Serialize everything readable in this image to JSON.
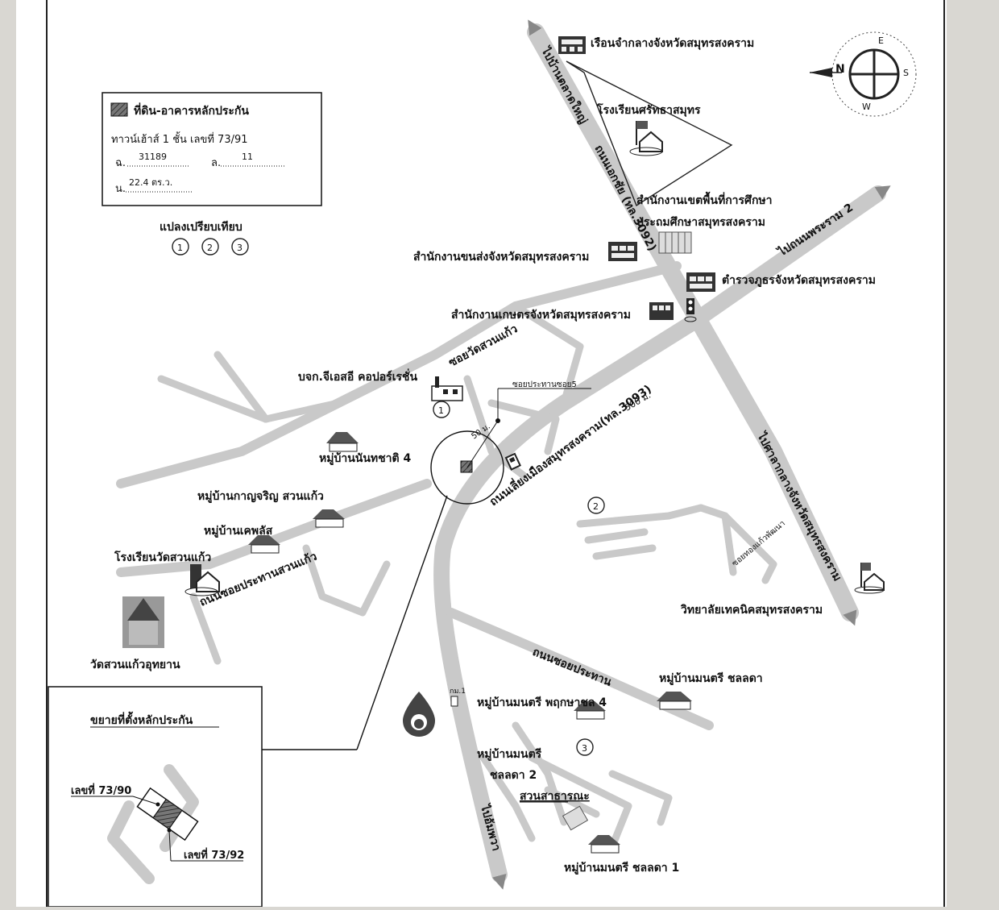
{
  "legend": {
    "title": "ที่ดิน-อาคารหลักประกัน",
    "line2": "ทาวน์เฮ้าส์ 1 ชั้น เลขที่ 73/91",
    "chanote_label": "ฉ.",
    "chanote_value": "31189",
    "lot_label": "ล.",
    "lot_value": "11",
    "area_label": "น.",
    "area_value": "22.4 ตร.ว."
  },
  "comparables": {
    "title": "แปลงเปรียบเทียบ",
    "items": [
      "1",
      "2",
      "3"
    ]
  },
  "compass": {
    "n": "N",
    "e": "E",
    "s": "S",
    "w": "W"
  },
  "places": {
    "prison": "เรือนจำกลางจังหวัดสมุทรสงคราม",
    "school_sritha": "โรงเรียนศรัทธาสมุทร",
    "edu_office_1": "สำนักงานเขตพื้นที่การศึกษา",
    "edu_office_2": "ประถมศึกษาสมุทรสงคราม",
    "transport_office": "สำนักงานขนส่งจังหวัดสมุทรสงคราม",
    "police": "ตำรวจภูธรจังหวัดสมุทรสงคราม",
    "agri_office": "สำนักงานเกษตรจังหวัดสมุทรสงคราม",
    "company": "บจก.จีเอสอี คอปอร์เรชั่น",
    "village_nanthachat": "หมู่บ้านนันทชาติ 4",
    "village_kanyarin": "หมู่บ้านกาญจริญ สวนแก้ว",
    "village_keplus": "หมู่บ้านเคพลัส",
    "school_wat": "โรงเรียนวัดสวนแก้ว",
    "temple": "วัดสวนแก้วอุทยาน",
    "tech_college": "วิทยาลัยเทคนิคสมุทรสงคราม",
    "village_monthri_chollada": "หมู่บ้านมนตรี ชลลดา",
    "village_monthri_pruksa": "หมู่บ้านมนตรี พฤกษาชล 4",
    "village_monthri_2a": "หมู่บ้านมนตรี",
    "village_monthri_2b": "ชลลดา 2",
    "park": "สวนสาธารณะ",
    "village_monthri_1": "หมู่บ้านมนตรี ชลลดา 1",
    "km_mark": "กม.1"
  },
  "roads": {
    "to_ban_talat_yai": "ไปบ้านตลาดใหญ่",
    "ekachai": "ถนนเอกชัย (ทล.3092)",
    "to_bangkok": "ไปถนนพระราม 2",
    "to_city_hall": "ไปศาลากลางจังหวัดสมุทรสงคราม",
    "soi_wat_suan_kaeo": "ซอยวัดสวนแก้ว",
    "soi_prathan_5": "ซอยประทานซอย5",
    "bypass": "ถนนเลี่ยงเมืองสมุทรสงคราม(ทล.3093)",
    "dist_500": "500 ม.",
    "dist_50": "50 ม.",
    "soi_prathan_suan_kaeo": "ถนนซอยประทานสวนแก้ว",
    "soi_thong_kaeo": "ซอยทองแก้วพัฒนา",
    "thanon_soi_prathan": "ถนนซอยประทาน",
    "to_amphawa": "ไปอัมพวา"
  },
  "inset": {
    "title": "ขยายที่ตั้งหลักประกัน",
    "left_plot": "เลขที่ 73/90",
    "right_plot": "เลขที่ 73/92"
  }
}
